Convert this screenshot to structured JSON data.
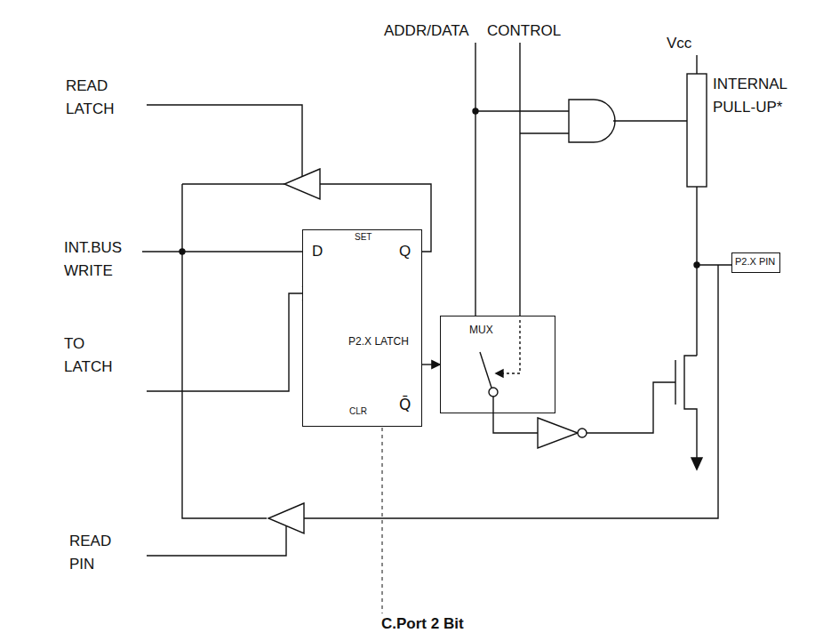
{
  "diagram": {
    "caption": "C.Port 2 Bit",
    "nodes": [
      {
        "text": [
          "D",
          "SET",
          "Q",
          "P2.X LATCH",
          "CLR",
          "Q̄"
        ]
      },
      {
        "text": [
          "MUX"
        ]
      },
      {
        "text": [
          "P2.X PIN"
        ]
      }
    ],
    "edges": [
      {
        "from": 0,
        "to": 1,
        "arrow": "to"
      }
    ],
    "labels": [
      "ADDR/DATA",
      "CONTROL",
      "Vcc",
      "INTERNAL PULL-UP*",
      "READ LATCH",
      "INT.BUS",
      "WRITE",
      "TO LATCH",
      "READ PIN"
    ]
  }
}
